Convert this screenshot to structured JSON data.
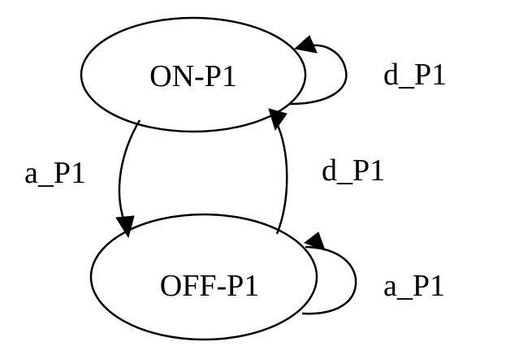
{
  "diagram": {
    "type": "state-machine",
    "colors": {
      "stroke": "#000000",
      "background": "#ffffff"
    },
    "nodes": [
      {
        "id": "on",
        "label": "ON-P1"
      },
      {
        "id": "off",
        "label": "OFF-P1"
      }
    ],
    "edges": [
      {
        "id": "on-self",
        "from": "on",
        "to": "on",
        "label": "d_P1"
      },
      {
        "id": "on-to-off",
        "from": "on",
        "to": "off",
        "label": "a_P1"
      },
      {
        "id": "off-to-on",
        "from": "off",
        "to": "on",
        "label": "d_P1"
      },
      {
        "id": "off-self",
        "from": "off",
        "to": "off",
        "label": "a_P1"
      }
    ]
  }
}
